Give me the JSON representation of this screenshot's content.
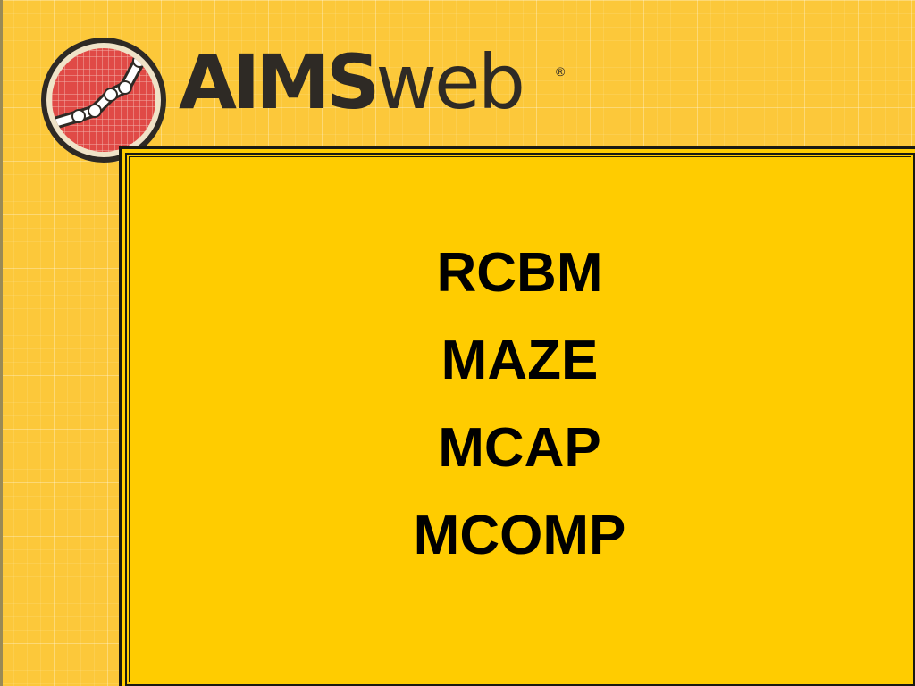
{
  "logo": {
    "wordmark_bold": "AIMS",
    "wordmark_light": "web",
    "registered_mark": "®",
    "emblem_icon": "graph-line-globe-icon"
  },
  "items": [
    "RCBM",
    "MAZE",
    "MCAP",
    "MCOMP"
  ],
  "colors": {
    "background": "#fcc83a",
    "panel": "#ffcc00",
    "panel_border": "#1a1a12",
    "emblem_red": "#e04a46",
    "emblem_ring": "#2e2a25",
    "text": "#000000"
  }
}
